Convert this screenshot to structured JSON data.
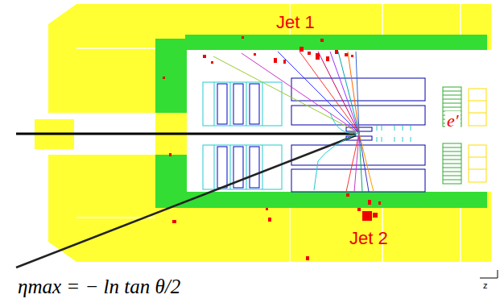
{
  "diagram": {
    "labels": [
      "Jet 1",
      "e′",
      "Jet 2",
      "ηmax = − ln tan θ/2",
      "z"
    ]
  }
}
